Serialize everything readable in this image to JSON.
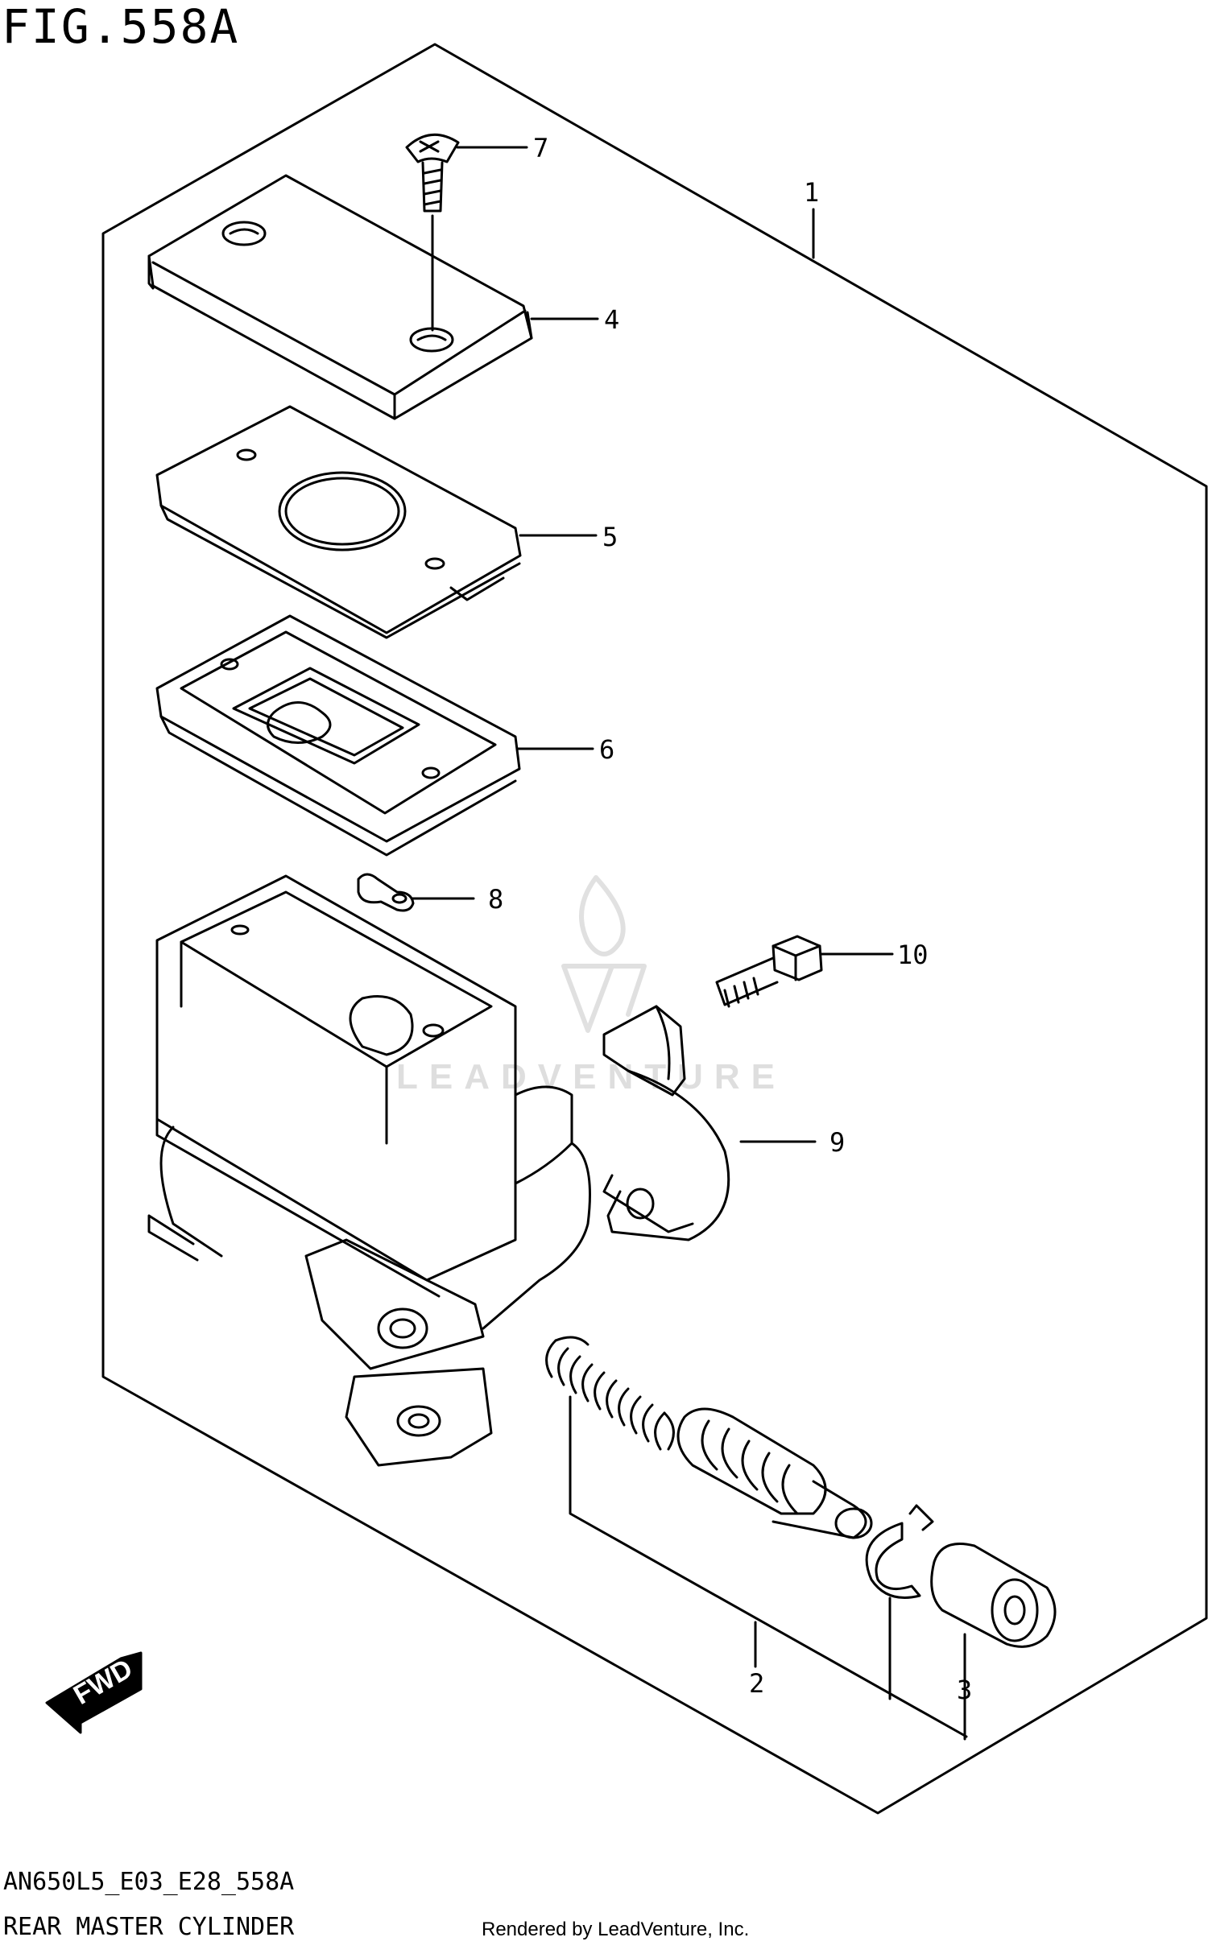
{
  "figure": {
    "title": "FIG.558A",
    "code": "AN650L5_E03_E28_558A",
    "name": "REAR MASTER CYLINDER",
    "credit": "Rendered by LeadVenture, Inc.",
    "watermark": "LEADVENTURE",
    "fwd_label": "FWD"
  },
  "callouts": [
    {
      "id": "1",
      "label": "1"
    },
    {
      "id": "2",
      "label": "2"
    },
    {
      "id": "3",
      "label": "3"
    },
    {
      "id": "4",
      "label": "4"
    },
    {
      "id": "5",
      "label": "5"
    },
    {
      "id": "6",
      "label": "6"
    },
    {
      "id": "7",
      "label": "7"
    },
    {
      "id": "8",
      "label": "8"
    },
    {
      "id": "9",
      "label": "9"
    },
    {
      "id": "10",
      "label": "10"
    }
  ]
}
